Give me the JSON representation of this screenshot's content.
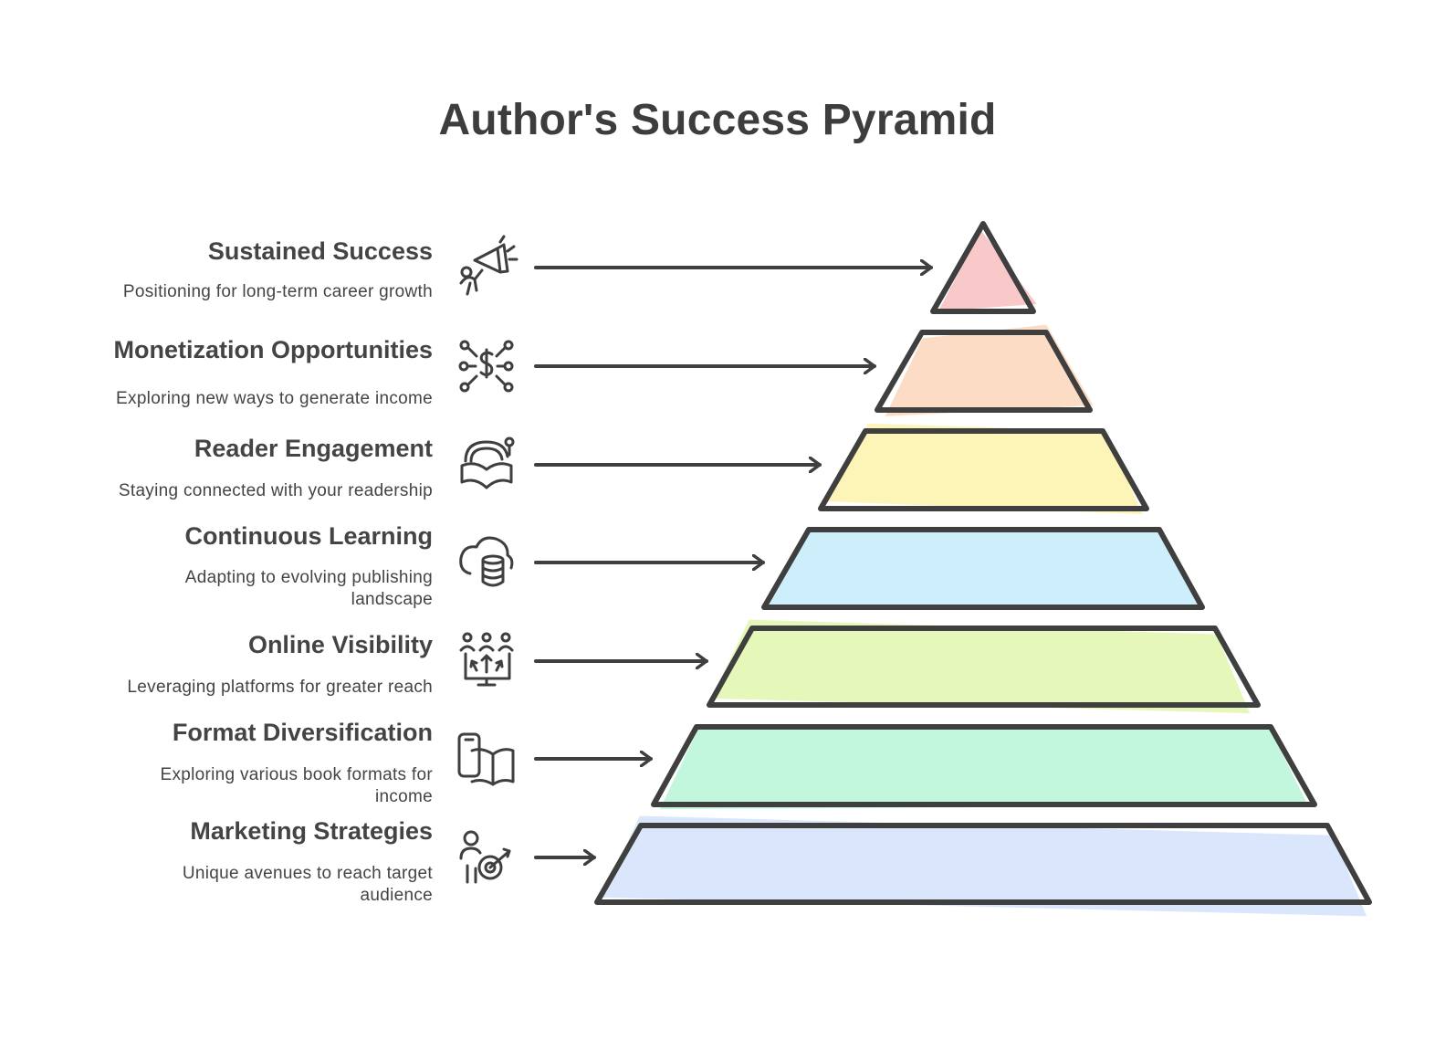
{
  "title": "Author's Success Pyramid",
  "levels": [
    {
      "title": "Sustained Success",
      "description": "Positioning for long-term career growth",
      "icon": "megaphone-person-icon",
      "fill": "#f9c9c9"
    },
    {
      "title": "Monetization Opportunities",
      "description": "Exploring new ways to generate income",
      "icon": "dollar-network-icon",
      "fill": "#fcdcc4"
    },
    {
      "title": "Reader Engagement",
      "description": "Staying connected with your readership",
      "icon": "open-book-connection-icon",
      "fill": "#fdf4b7"
    },
    {
      "title": "Continuous Learning",
      "description": "Adapting to evolving publishing landscape",
      "icon": "cloud-database-icon",
      "fill": "#cdeefb"
    },
    {
      "title": "Online Visibility",
      "description": "Leveraging platforms for greater reach",
      "icon": "audience-screen-icon",
      "fill": "#e5f8b9"
    },
    {
      "title": "Format Diversification",
      "description": "Exploring various book formats for income",
      "icon": "device-book-icon",
      "fill": "#c3f7dd"
    },
    {
      "title": "Marketing Strategies",
      "description": "Unique avenues to reach target audience",
      "icon": "person-target-icon",
      "fill": "#d9e6fb"
    }
  ],
  "colors": {
    "stroke": "#3f3f3f",
    "text": "#444444"
  }
}
